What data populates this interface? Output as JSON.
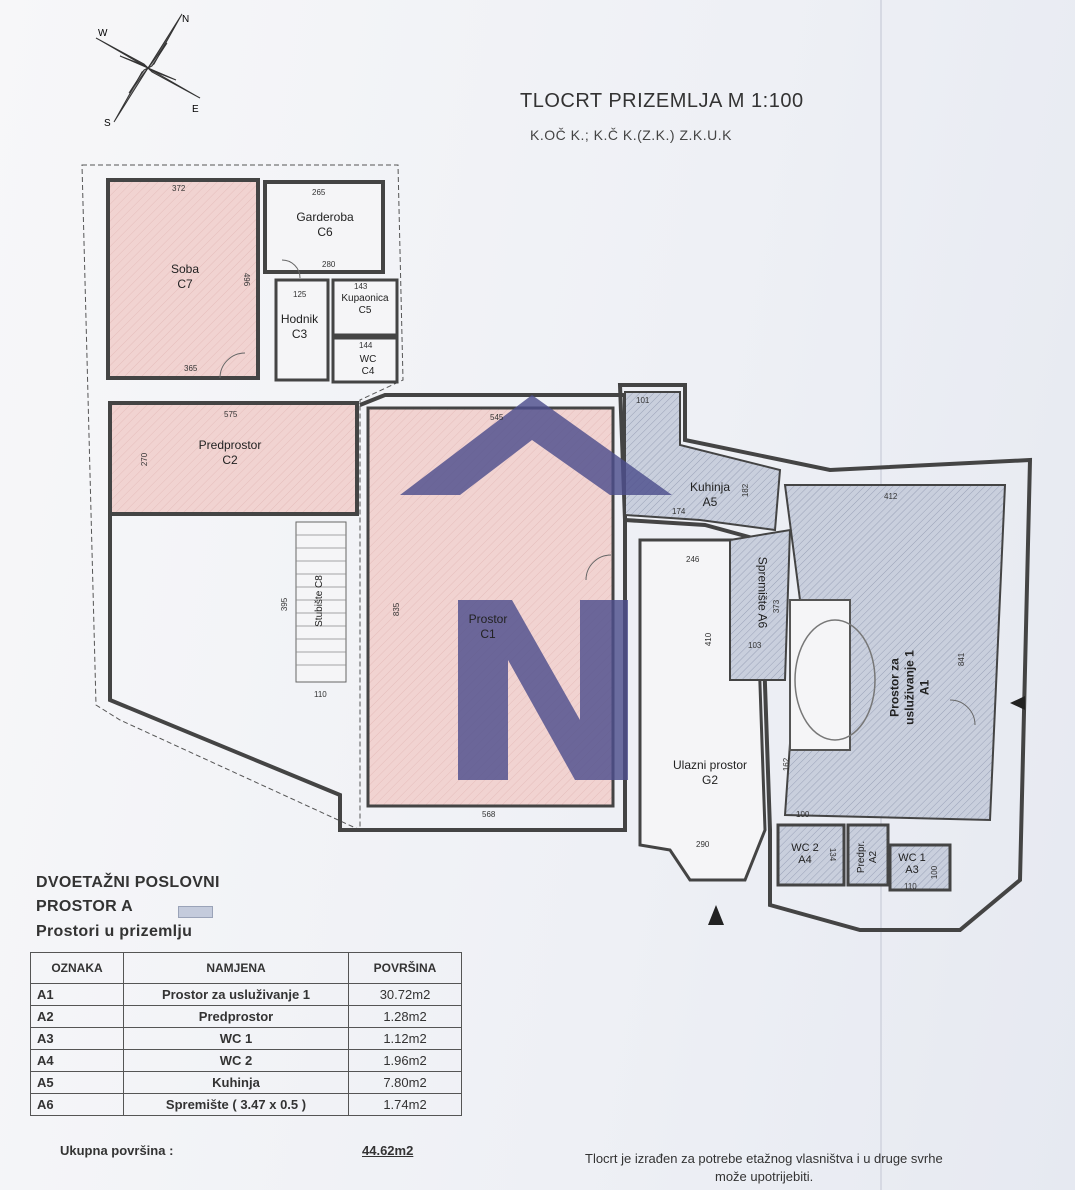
{
  "header": {
    "title": "TLOCRT PRIZEMLJA  M 1:100",
    "subtitle": "K.OČ     K.; K.Č      K.(Z.K.) Z.K.U.K"
  },
  "compass": {
    "n": "N",
    "w": "W",
    "s": "S",
    "e": "E"
  },
  "rooms": {
    "c7": [
      "Soba",
      "C7"
    ],
    "c6": [
      "Garderoba",
      "C6"
    ],
    "c5": [
      "Kupaonica",
      "C5"
    ],
    "c3": [
      "Hodnik",
      "C3"
    ],
    "c4": [
      "WC",
      "C4"
    ],
    "c2": [
      "Predprostor",
      "C2"
    ],
    "c8": [
      "Stubište",
      "C8"
    ],
    "c1": [
      "Prostor",
      "C1"
    ],
    "a5": [
      "Kuhinja",
      "A5"
    ],
    "a6": [
      "Spremište",
      "A6"
    ],
    "a1": [
      "Prostor za",
      "usluživanje 1",
      "A1"
    ],
    "g2": [
      "Ulazni prostor",
      "G2"
    ],
    "a4": [
      "WC 2",
      "A4"
    ],
    "a2": [
      "Predpr.",
      "A2"
    ],
    "a3": [
      "WC 1",
      "A3"
    ]
  },
  "dimensions": {
    "d372": "372",
    "d265": "265",
    "d496": "496",
    "d280": "280",
    "d125": "125",
    "d143": "143",
    "d144": "144",
    "d365": "365",
    "d575": "575",
    "d270": "270",
    "d545": "545",
    "d395": "395",
    "d110": "110",
    "d835": "835",
    "d568": "568",
    "d101": "101",
    "d174": "174",
    "d182": "182",
    "d412": "412",
    "d246": "246",
    "d410": "410",
    "d373": "373",
    "d103": "103",
    "d841": "841",
    "d162": "162",
    "d100": "100",
    "d290": "290",
    "d134": "134",
    "d110b": "110",
    "d100b": "100"
  },
  "section": {
    "line1": "DVOETAŽNI POSLOVNI",
    "line2": "PROSTOR A",
    "line3": "Prostori u prizemlju"
  },
  "table": {
    "headers": [
      "OZNAKA",
      "NAMJENA",
      "POVRŠINA"
    ],
    "rows": [
      [
        "A1",
        "Prostor za usluživanje 1",
        "30.72m2"
      ],
      [
        "A2",
        "Predprostor",
        "1.28m2"
      ],
      [
        "A3",
        "WC 1",
        "1.12m2"
      ],
      [
        "A4",
        "WC 2",
        "1.96m2"
      ],
      [
        "A5",
        "Kuhinja",
        "7.80m2"
      ],
      [
        "A6",
        "Spremište  ( 3.47 x 0.5 )",
        "1.74m2"
      ]
    ]
  },
  "total": {
    "label": "Ukupna površina :",
    "value": "44.62m2"
  },
  "footnote": {
    "line1": "Tlocrt je izrađen za potrebe etažnog vlasništva i u druge svrhe",
    "line2": "može upotrijebiti."
  },
  "colors": {
    "pink_fill": "#f1d3d1",
    "blue_fill": "#c9cfdd",
    "wall": "#444444",
    "watermark": "#4d4e8c"
  },
  "watermark_icon": "house-n-logo"
}
